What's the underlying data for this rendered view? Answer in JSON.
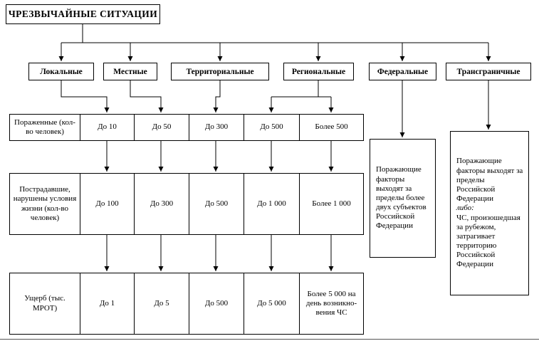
{
  "title": "ЧРЕЗВЫЧАЙНЫЕ СИТУАЦИИ",
  "categories": [
    {
      "label": "Локальные"
    },
    {
      "label": "Местные"
    },
    {
      "label": "Территориальные"
    },
    {
      "label": "Региональные"
    },
    {
      "label": "Федеральные"
    },
    {
      "label": "Трансграничные"
    }
  ],
  "criteria_rows": [
    {
      "label": "Пораженные (кол-во человек)",
      "cells": [
        "До 10",
        "До 50",
        "До 300",
        "До 500",
        "Более 500"
      ]
    },
    {
      "label": "Пострадавшие, нарушены условия жизни (кол-во человек)",
      "cells": [
        "До 100",
        "До 300",
        "До 500",
        "До 1 000",
        "Более 1 000"
      ]
    },
    {
      "label": "Ущерб (тыс. МРОТ)",
      "cells": [
        "До 1",
        "До 5",
        "До 500",
        "До 5 000",
        "Более 5 000 на день возникно-вения ЧС"
      ]
    }
  ],
  "federal_note": "Поражающие факторы выходят за пределы более двух субъектов Российской Федерации",
  "transboundary_note": {
    "part1": "Поражающие факторы выходят за пределы Российской Федерации",
    "emphasis": "либо:",
    "part2": "ЧС, произошедшая за рубежом, затрагивает территорию Российской Федерации"
  }
}
